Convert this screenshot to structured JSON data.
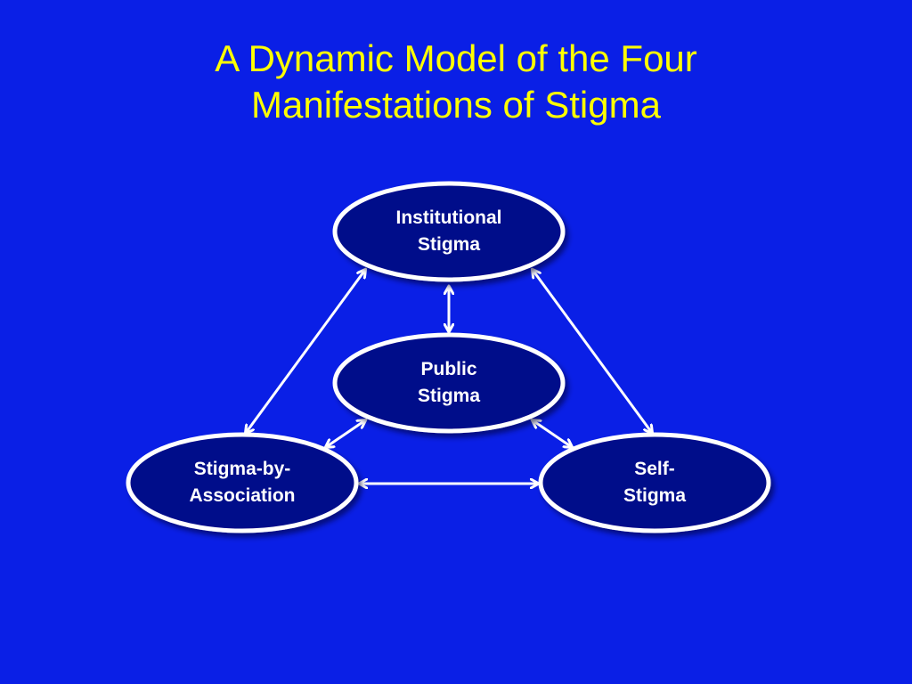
{
  "slide": {
    "title_line1": "A Dynamic Model of the Four",
    "title_line2": "Manifestations of Stigma",
    "colors": {
      "background": "#0a1fe6",
      "title": "#ffff00",
      "node_fill": "#050a8a",
      "node_stroke": "#ffffff",
      "arrow": "#ffffff"
    }
  },
  "nodes": {
    "institutional": {
      "line1": "Institutional",
      "line2": "Stigma"
    },
    "public": {
      "line1": "Public",
      "line2": "Stigma"
    },
    "association": {
      "line1": "Stigma-by-",
      "line2": "Association"
    },
    "self": {
      "line1": "Self-",
      "line2": "Stigma"
    }
  },
  "connections": [
    {
      "from": "institutional",
      "to": "public",
      "direction": "both"
    },
    {
      "from": "institutional",
      "to": "association",
      "direction": "both"
    },
    {
      "from": "institutional",
      "to": "self",
      "direction": "both"
    },
    {
      "from": "public",
      "to": "association",
      "direction": "both"
    },
    {
      "from": "public",
      "to": "self",
      "direction": "both"
    },
    {
      "from": "association",
      "to": "self",
      "direction": "both"
    }
  ]
}
